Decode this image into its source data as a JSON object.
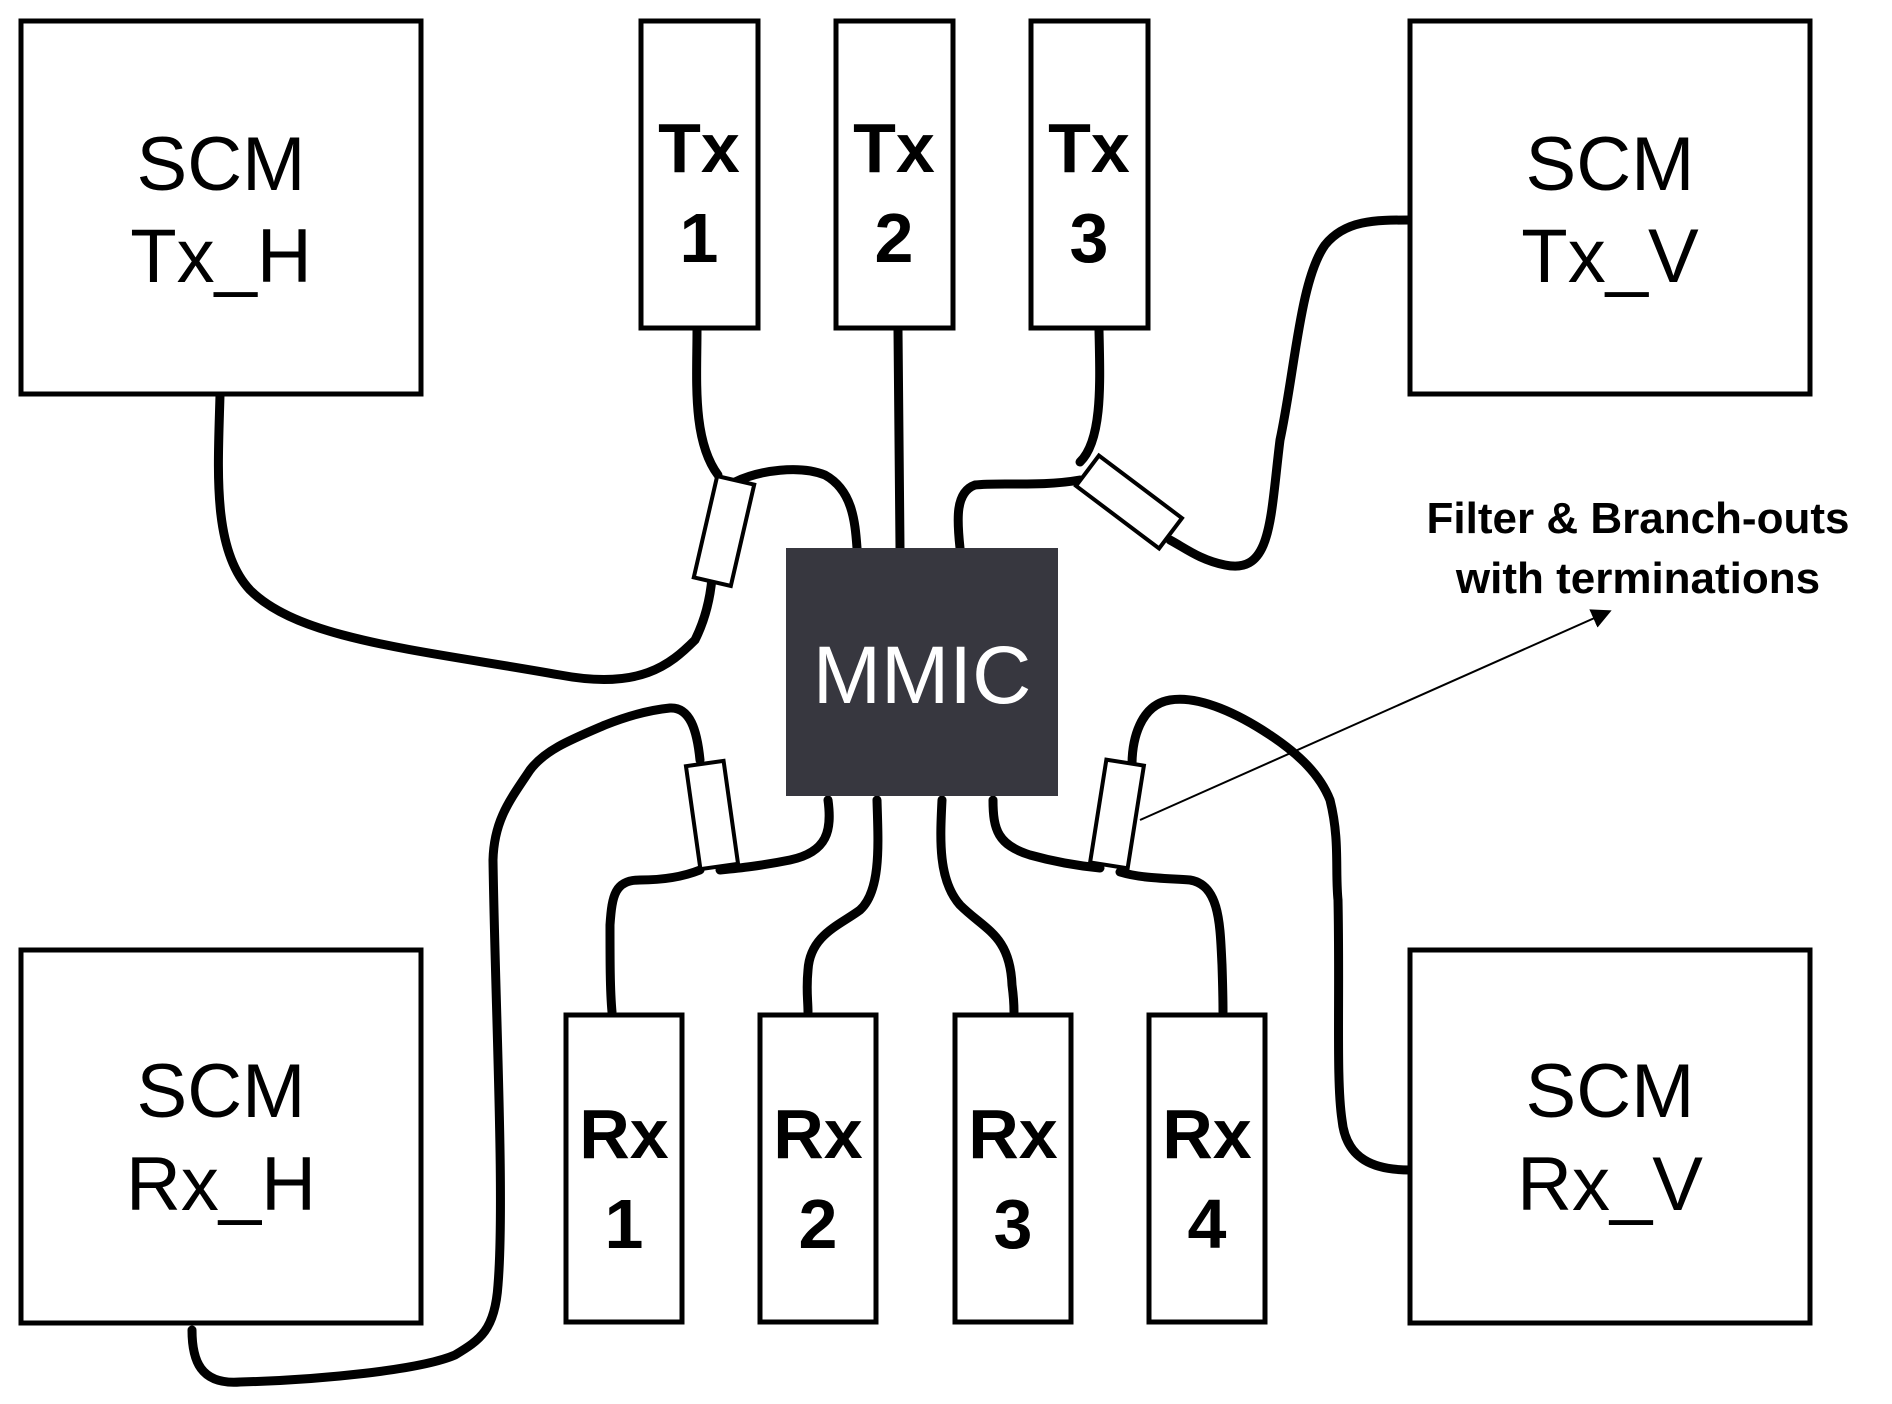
{
  "colors": {
    "mmic_fill": "#37373f",
    "mmic_text": "#ffffff",
    "line": "#000000",
    "background": "#ffffff"
  },
  "scm": {
    "tx_h": {
      "line1": "SCM",
      "line2": "Tx_H"
    },
    "tx_v": {
      "line1": "SCM",
      "line2": "Tx_V"
    },
    "rx_h": {
      "line1": "SCM",
      "line2": "Rx_H"
    },
    "rx_v": {
      "line1": "SCM",
      "line2": "Rx_V"
    }
  },
  "tx_ports": [
    {
      "line1": "Tx",
      "line2": "1"
    },
    {
      "line1": "Tx",
      "line2": "2"
    },
    {
      "line1": "Tx",
      "line2": "3"
    }
  ],
  "rx_ports": [
    {
      "line1": "Rx",
      "line2": "1"
    },
    {
      "line1": "Rx",
      "line2": "2"
    },
    {
      "line1": "Rx",
      "line2": "3"
    },
    {
      "line1": "Rx",
      "line2": "4"
    }
  ],
  "mmic": {
    "label": "MMIC"
  },
  "annotation": {
    "line1": "Filter & Branch-outs",
    "line2": "with terminations"
  }
}
